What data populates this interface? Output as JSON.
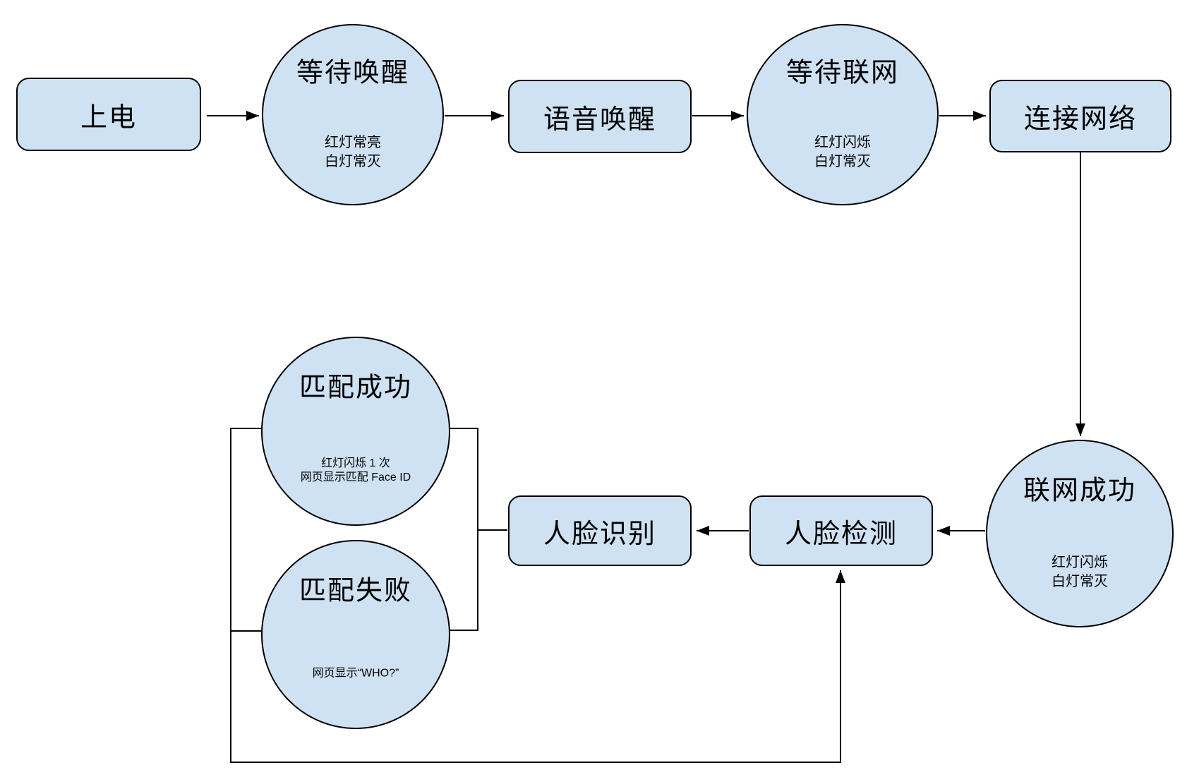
{
  "diagram": {
    "title": "device-face-id-state-flowchart",
    "colors": {
      "background": "#ffffff",
      "node_fill": "#cfe2f3",
      "node_stroke": "#000000",
      "connector": "#000000"
    },
    "nodes": {
      "power_on": {
        "label": "上电"
      },
      "wait_wake": {
        "title": "等待唤醒",
        "sub": [
          "红灯常亮",
          "白灯常灭"
        ]
      },
      "voice_wake": {
        "label": "语音唤醒"
      },
      "wait_network": {
        "title": "等待联网",
        "sub": [
          "红灯闪烁",
          "白灯常灭"
        ]
      },
      "connect_network": {
        "label": "连接网络"
      },
      "network_success": {
        "title": "联网成功",
        "sub": [
          "红灯闪烁",
          "白灯常灭"
        ]
      },
      "face_detect": {
        "label": "人脸检测"
      },
      "face_recognize": {
        "label": "人脸识别"
      },
      "match_success": {
        "title": "匹配成功",
        "sub": [
          "红灯闪烁 1 次",
          "网页显示匹配 Face ID"
        ]
      },
      "match_fail": {
        "title": "匹配失败",
        "sub": [
          "网页显示“WHO?”"
        ]
      }
    }
  }
}
